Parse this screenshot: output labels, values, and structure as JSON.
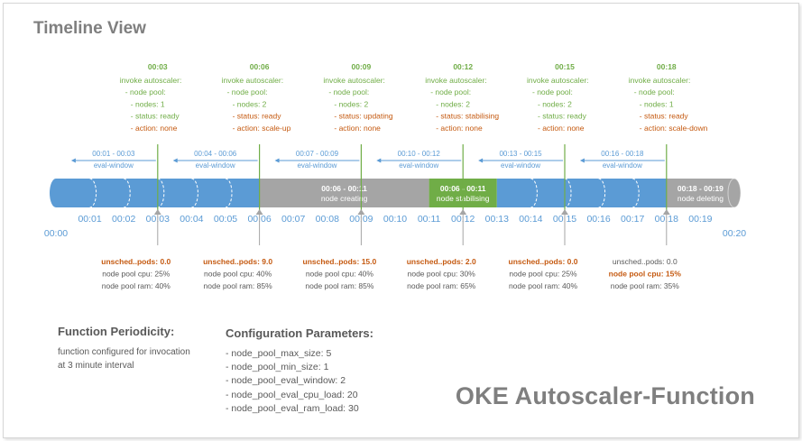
{
  "title": "Timeline View",
  "brand": "OKE Autoscaler-Function",
  "colors": {
    "blue": "#5b9bd5",
    "gray": "#a5a5a5",
    "green": "#70ad47",
    "orange": "#c55a11",
    "text_green": "#70ad47",
    "text_blue": "#5b9bd5",
    "text_gray": "#595959"
  },
  "axis_ticks": [
    "00:00",
    "00:01",
    "00:02",
    "00:03",
    "00:04",
    "00:05",
    "00:06",
    "00:07",
    "00:08",
    "00:09",
    "00:10",
    "00:11",
    "00:12",
    "00:13",
    "00:14",
    "00:15",
    "00:16",
    "00:17",
    "00:18",
    "00:19",
    "00:20"
  ],
  "segments": [
    {
      "from": "00:00",
      "to": "00:06",
      "color": "blue",
      "line1": "",
      "line2": ""
    },
    {
      "from": "00:06",
      "to": "00:11",
      "color": "gray",
      "line1": "00:06 - 00:11",
      "line2": "node creating"
    },
    {
      "from": "00:11",
      "to": "00:13",
      "color": "green",
      "line1": "00:06 - 00:11",
      "line2": "node stabilising"
    },
    {
      "from": "00:13",
      "to": "00:18",
      "color": "blue",
      "line1": "",
      "line2": ""
    },
    {
      "from": "00:18",
      "to": "00:20",
      "color": "gray",
      "line1": "00:18 - 00:19",
      "line2": "node deleting"
    }
  ],
  "invocations": [
    {
      "time": "00:03",
      "window": "00:01 - 00:03",
      "window_label": "eval-window",
      "lines": [
        {
          "text": "invoke autoscaler:",
          "color": "green"
        },
        {
          "text": "- node pool:",
          "color": "green"
        },
        {
          "text": "- nodes: 1",
          "color": "green"
        },
        {
          "text": "- status: ready",
          "color": "green"
        },
        {
          "text": "- action: none",
          "color": "orange"
        }
      ],
      "metrics": [
        {
          "text": "unsched..pods:   0.0",
          "color": "orange",
          "bold": true
        },
        {
          "text": "node pool cpu: 25%",
          "color": "gray",
          "bold": false
        },
        {
          "text": "node pool ram: 40%",
          "color": "gray",
          "bold": false
        }
      ]
    },
    {
      "time": "00:06",
      "window": "00:04 - 00:06",
      "window_label": "eval-window",
      "lines": [
        {
          "text": "invoke autoscaler:",
          "color": "green"
        },
        {
          "text": "- node pool:",
          "color": "green"
        },
        {
          "text": "- nodes: 2",
          "color": "green"
        },
        {
          "text": "- status: ready",
          "color": "orange"
        },
        {
          "text": "- action: scale-up",
          "color": "orange"
        }
      ],
      "metrics": [
        {
          "text": "unsched..pods:   9.0",
          "color": "orange",
          "bold": true
        },
        {
          "text": "node pool cpu: 40%",
          "color": "gray",
          "bold": false
        },
        {
          "text": "node pool ram: 85%",
          "color": "gray",
          "bold": false
        }
      ]
    },
    {
      "time": "00:09",
      "window": "00:07 - 00:09",
      "window_label": "eval-window",
      "lines": [
        {
          "text": "invoke autoscaler:",
          "color": "green"
        },
        {
          "text": "- node pool:",
          "color": "green"
        },
        {
          "text": "- nodes: 2",
          "color": "green"
        },
        {
          "text": "- status: updating",
          "color": "orange"
        },
        {
          "text": "- action: none",
          "color": "orange"
        }
      ],
      "metrics": [
        {
          "text": "unsched..pods: 15.0",
          "color": "orange",
          "bold": true
        },
        {
          "text": "node pool cpu: 40%",
          "color": "gray",
          "bold": false
        },
        {
          "text": "node pool ram: 85%",
          "color": "gray",
          "bold": false
        }
      ]
    },
    {
      "time": "00:12",
      "window": "00:10 - 00:12",
      "window_label": "eval-window",
      "lines": [
        {
          "text": "invoke autoscaler:",
          "color": "green"
        },
        {
          "text": "- node pool:",
          "color": "green"
        },
        {
          "text": "- nodes: 2",
          "color": "green"
        },
        {
          "text": "- status: stabilising",
          "color": "orange"
        },
        {
          "text": "- action: none",
          "color": "orange"
        }
      ],
      "metrics": [
        {
          "text": "unsched..pods:   2.0",
          "color": "orange",
          "bold": true
        },
        {
          "text": "node pool cpu: 30%",
          "color": "gray",
          "bold": false
        },
        {
          "text": "node pool ram: 65%",
          "color": "gray",
          "bold": false
        }
      ]
    },
    {
      "time": "00:15",
      "window": "00:13 - 00:15",
      "window_label": "eval-window",
      "lines": [
        {
          "text": "invoke autoscaler:",
          "color": "green"
        },
        {
          "text": "- node pool:",
          "color": "green"
        },
        {
          "text": "- nodes: 2",
          "color": "green"
        },
        {
          "text": "- status: ready",
          "color": "green"
        },
        {
          "text": "- action: none",
          "color": "orange"
        }
      ],
      "metrics": [
        {
          "text": "unsched..pods:   0.0",
          "color": "orange",
          "bold": true
        },
        {
          "text": "node pool cpu: 25%",
          "color": "gray",
          "bold": false
        },
        {
          "text": "node pool ram: 40%",
          "color": "gray",
          "bold": false
        }
      ]
    },
    {
      "time": "00:18",
      "window": "00:16 - 00:18",
      "window_label": "eval-window",
      "lines": [
        {
          "text": "invoke autoscaler:",
          "color": "green"
        },
        {
          "text": "- node pool:",
          "color": "green"
        },
        {
          "text": "- nodes: 1",
          "color": "green"
        },
        {
          "text": "- status: ready",
          "color": "orange"
        },
        {
          "text": "- action: scale-down",
          "color": "orange"
        }
      ],
      "metrics": [
        {
          "text": "unsched..pods:   0.0",
          "color": "gray",
          "bold": false
        },
        {
          "text": "node pool cpu: 15%",
          "color": "orange",
          "bold": true
        },
        {
          "text": "node pool ram: 35%",
          "color": "gray",
          "bold": false
        }
      ]
    }
  ],
  "periodicity": {
    "heading": "Function Periodicity:",
    "line1": "function configured for invocation",
    "line2": "at 3 minute interval"
  },
  "config": {
    "heading": "Configuration Parameters:",
    "params": [
      "- node_pool_max_size: 5",
      "- node_pool_min_size: 1",
      "- node_pool_eval_window: 2",
      "- node_pool_eval_cpu_load: 20",
      "- node_pool_eval_ram_load: 30"
    ]
  }
}
